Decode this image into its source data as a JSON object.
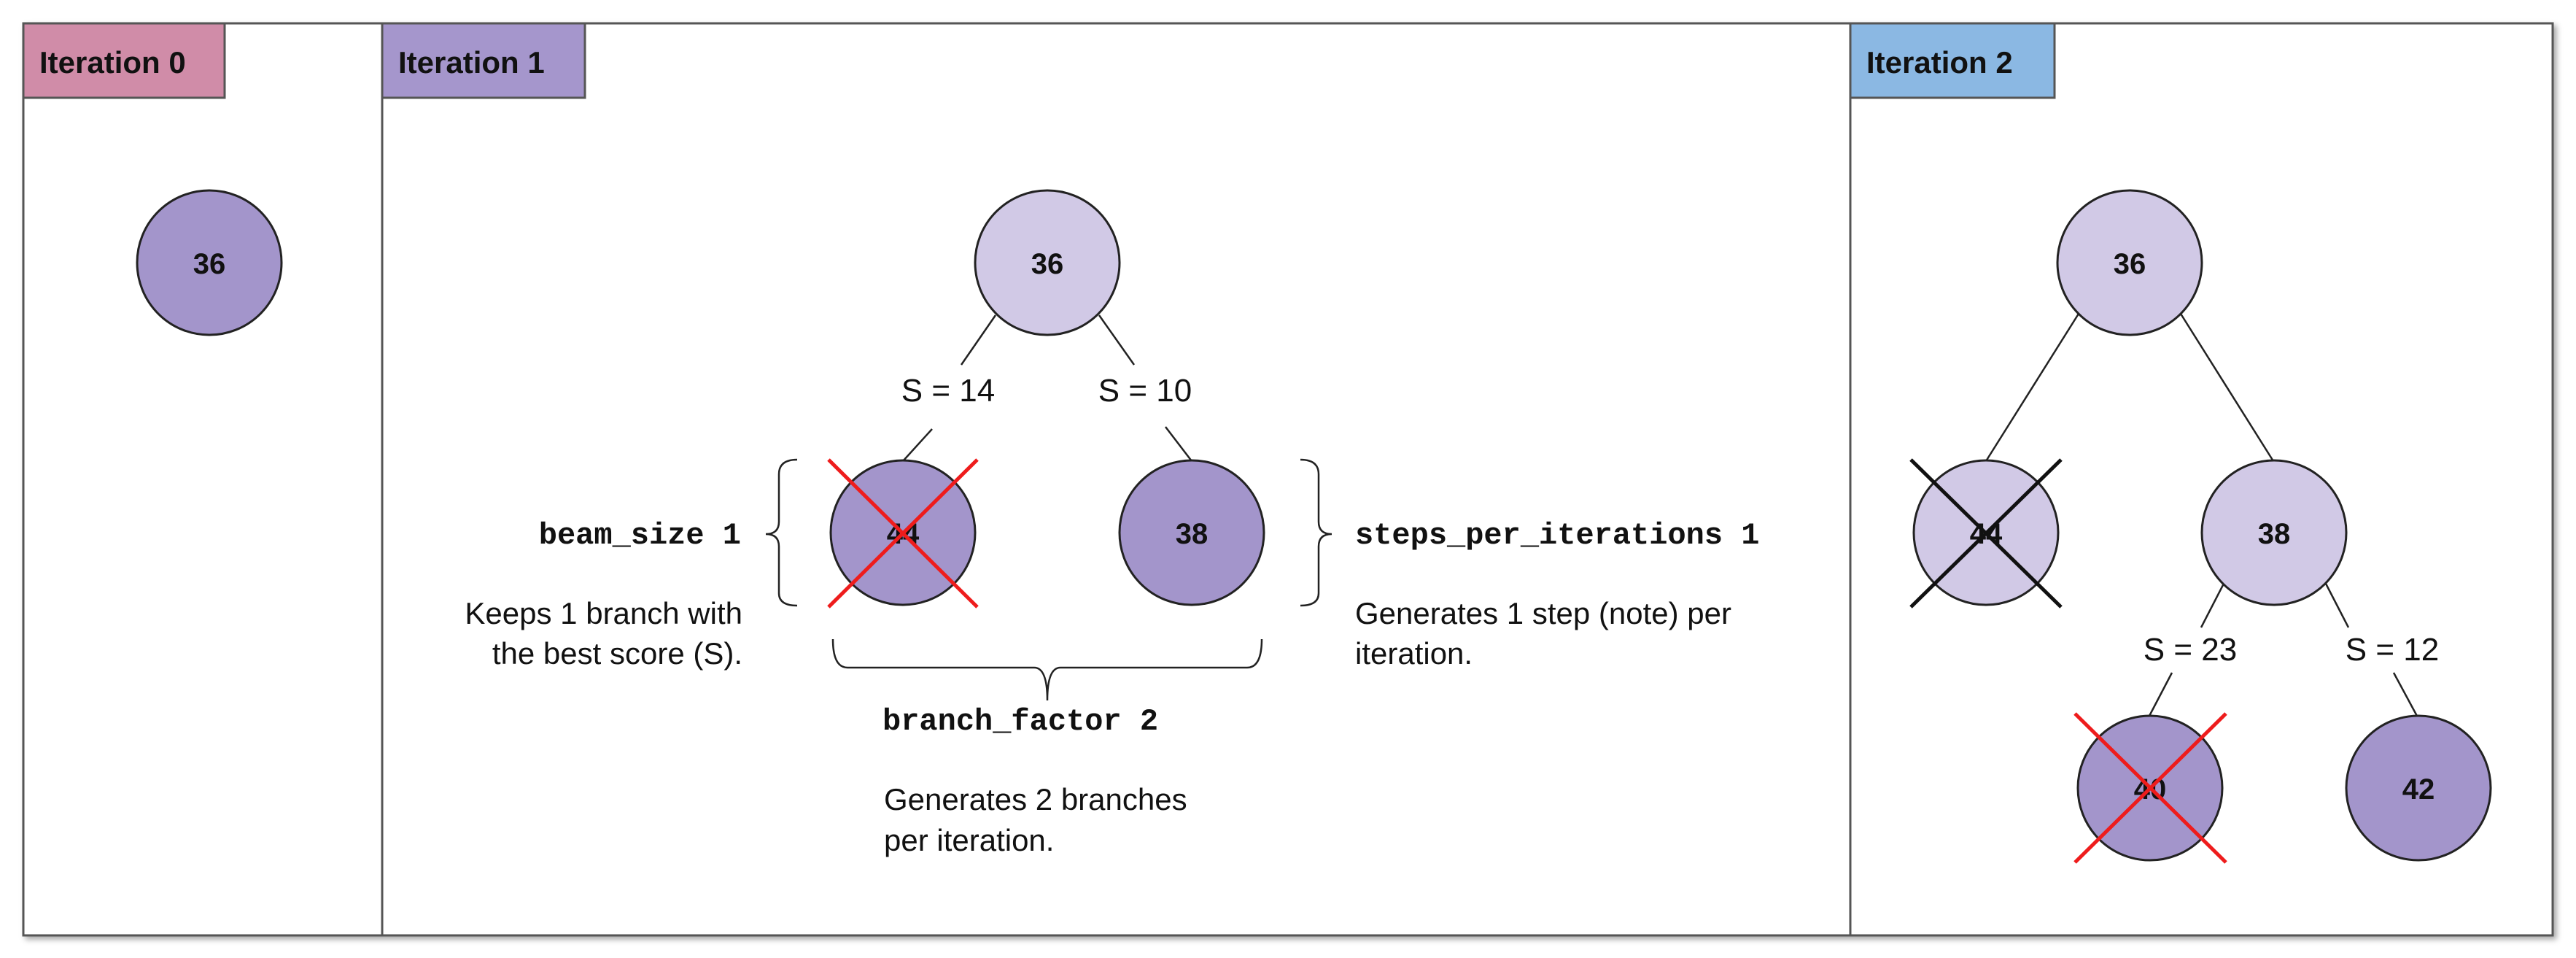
{
  "panels": [
    {
      "title": "Iteration 0",
      "tab_color": "#d08ca8",
      "nodes": [
        {
          "label": "36",
          "state": "active"
        }
      ]
    },
    {
      "title": "Iteration 1",
      "tab_color": "#a596cc",
      "nodes": [
        {
          "label": "36",
          "state": "light"
        },
        {
          "label": "44",
          "state": "active",
          "crossed": "red"
        },
        {
          "label": "38",
          "state": "active"
        }
      ],
      "edges": [
        {
          "label": "S = 14"
        },
        {
          "label": "S = 10"
        }
      ],
      "params": [
        {
          "name": "beam_size 1",
          "desc": [
            "Keeps 1 branch with",
            "the best score (S)."
          ]
        },
        {
          "name": "steps_per_iterations 1",
          "desc": [
            "Generates 1 step (note) per",
            "iteration."
          ]
        },
        {
          "name": "branch_factor 2",
          "desc": [
            "Generates 2 branches",
            "per iteration."
          ]
        }
      ]
    },
    {
      "title": "Iteration 2",
      "tab_color": "#8bb8e3",
      "nodes": [
        {
          "label": "36",
          "state": "light"
        },
        {
          "label": "44",
          "state": "light",
          "crossed": "black"
        },
        {
          "label": "38",
          "state": "light"
        },
        {
          "label": "40",
          "state": "active",
          "crossed": "red"
        },
        {
          "label": "42",
          "state": "active"
        }
      ],
      "edges": [
        {
          "label": "S = 23"
        },
        {
          "label": "S = 12"
        }
      ]
    }
  ],
  "colors": {
    "active_fill": "#a395cb",
    "light_fill": "#d1c9e6",
    "cross_red": "#ee1c1c",
    "cross_black": "#111111",
    "border": "#444444"
  }
}
